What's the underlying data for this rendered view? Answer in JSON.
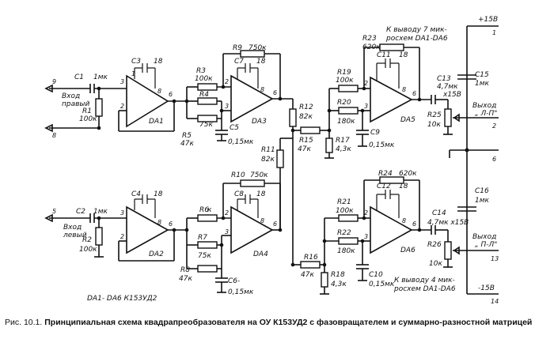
{
  "caption": {
    "prefix": "Рис. 10.1.",
    "text": "Принципиальная схема квадрапреобразователя на ОУ К153УД2 с фазовращателем и суммарно-разностной матрицей"
  },
  "labels": {
    "power_pos": "+15В",
    "power_neg": "-15В",
    "note_top_1": "К выводу 7 мик-",
    "note_top_2": "росхем DA1-DA6",
    "note_bot_1": "К выводу 4 мик-",
    "note_bot_2": "росхем DA1-DA6",
    "ic_type_note": "DA1- DA6    К153УД2",
    "input_right_1": "Вход",
    "input_right_2": "правый",
    "input_left_1": "Вход",
    "input_left_2": "левый",
    "output_top_1": "Выход",
    "output_top_2": "„ Л-П\"",
    "output_bot_1": "Выход",
    "output_bot_2": "„ П-Л\""
  },
  "terminals": [
    "9",
    "8",
    "5",
    "1",
    "2",
    "6",
    "13",
    "14"
  ],
  "opamps": [
    "DA1",
    "DA2",
    "DA3",
    "DA4",
    "DA5",
    "DA6"
  ],
  "pins": [
    "1",
    "2",
    "3",
    "5",
    "6",
    "8"
  ],
  "components": {
    "C1": "C1",
    "C1v": "1мк",
    "C2": "C2",
    "C2v": "1мк",
    "C3": "C3",
    "C3v": "18",
    "C4": "C4",
    "C4v": "18",
    "C5": "C5",
    "C5v": "0,15мк",
    "C6": "C6-",
    "C6v": "0,15мк",
    "C7": "C7",
    "C7v": "18",
    "C8": "C8",
    "C8v": "18",
    "C9": "C9",
    "C9v": "0,15мк",
    "C10": "C10",
    "C10v": "0,15мк",
    "C11": "C11",
    "C11v": "18",
    "C12": "C12",
    "C12v": "18",
    "C13": "C13",
    "C13v": "4,7мк",
    "C13v2": "x15В",
    "C14": "C14",
    "C14v": "4,7мк x15В",
    "C15": "C15",
    "C15v": "1мк",
    "C16": "C16",
    "C16v": "1мк",
    "R1": "R1",
    "R1v": "100к",
    "R2": "R2",
    "R2v": "100к",
    "R3": "R3",
    "R3v": "100к",
    "R4": "R4",
    "R4v": "75к",
    "R5": "R5",
    "R5v": "47к",
    "R6": "R6",
    "R6v": "к",
    "R7": "R7",
    "R7v": "75к",
    "R8": "R8",
    "R8v": "47к",
    "R9": "R9",
    "R9v": "750к",
    "R10": "R10",
    "R10v": "750к",
    "R11": "R11",
    "R11v": "82к",
    "R12": "R12",
    "R12v": "82к",
    "R15": "R15",
    "R15v": "47к",
    "R16": "R16",
    "R16v": "47к",
    "R17": "R17",
    "R17v": "4,3к",
    "R18": "R18",
    "R18v": "4,3к",
    "R19": "R19",
    "R19v": "100к",
    "R20": "R20",
    "R20v": "180к",
    "R21": "R21",
    "R21v": "100к",
    "R22": "R22",
    "R22v": "180к",
    "R23": "R23",
    "R23v": "620к",
    "R24": "R24",
    "R24v": "620к",
    "R25": "R25",
    "R25v": "10к",
    "R26": "R26",
    "R26v": "10к"
  }
}
